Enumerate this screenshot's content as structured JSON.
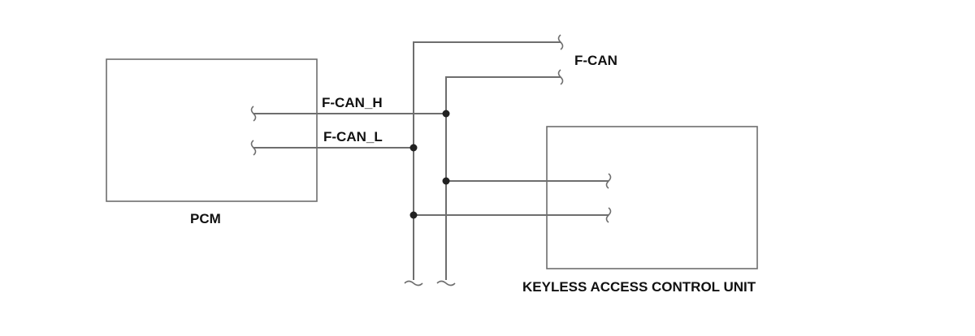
{
  "labels": {
    "pcm": "PCM",
    "keyless": "KEYLESS ACCESS CONTROL UNIT",
    "fcan": "F-CAN",
    "fcan_h": "F-CAN_H",
    "fcan_l": "F-CAN_L"
  },
  "colors": {
    "wire": "#6e6e6e",
    "junction": "#222222",
    "text": "#111111"
  }
}
